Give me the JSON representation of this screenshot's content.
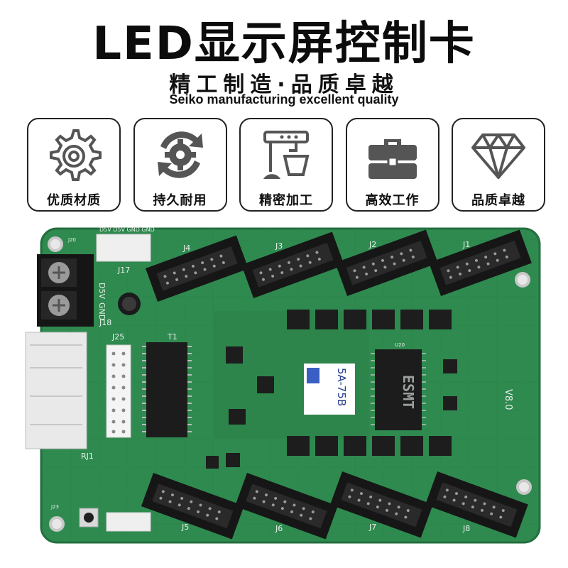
{
  "header": {
    "title": "LED显示屏控制卡",
    "subtitle": "精工制造·品质卓越",
    "subtitle_en": "Seiko manufacturing excellent quality"
  },
  "features": [
    {
      "icon": "gear-icon",
      "label": "优质材质"
    },
    {
      "icon": "cycle-gear-icon",
      "label": "持久耐用"
    },
    {
      "icon": "mixer-machine-icon",
      "label": "精密加工"
    },
    {
      "icon": "toolbox-icon",
      "label": "高效工作"
    },
    {
      "icon": "diamond-icon",
      "label": "品质卓越"
    }
  ],
  "board": {
    "colors": {
      "pcb": "#2f8a4f",
      "pcb_edge": "#246f3f",
      "accent": "#0c0c0c"
    },
    "connectors_top": [
      "J4",
      "J3",
      "J2",
      "J1"
    ],
    "connectors_bottom": [
      "J5",
      "J6",
      "J7",
      "J8"
    ],
    "labels": {
      "power": "D5V",
      "gnd": "GND",
      "j17": "J17",
      "j18": "J18",
      "j25": "J25",
      "t1": "T1",
      "rj1": "RJ1",
      "j20": "J20",
      "j23": "J23",
      "power_header": "D5V D5V GND GND",
      "version": "V8.0",
      "model_label": "5A-75B",
      "chip_brand": "ESMT",
      "u20": "U20"
    }
  }
}
